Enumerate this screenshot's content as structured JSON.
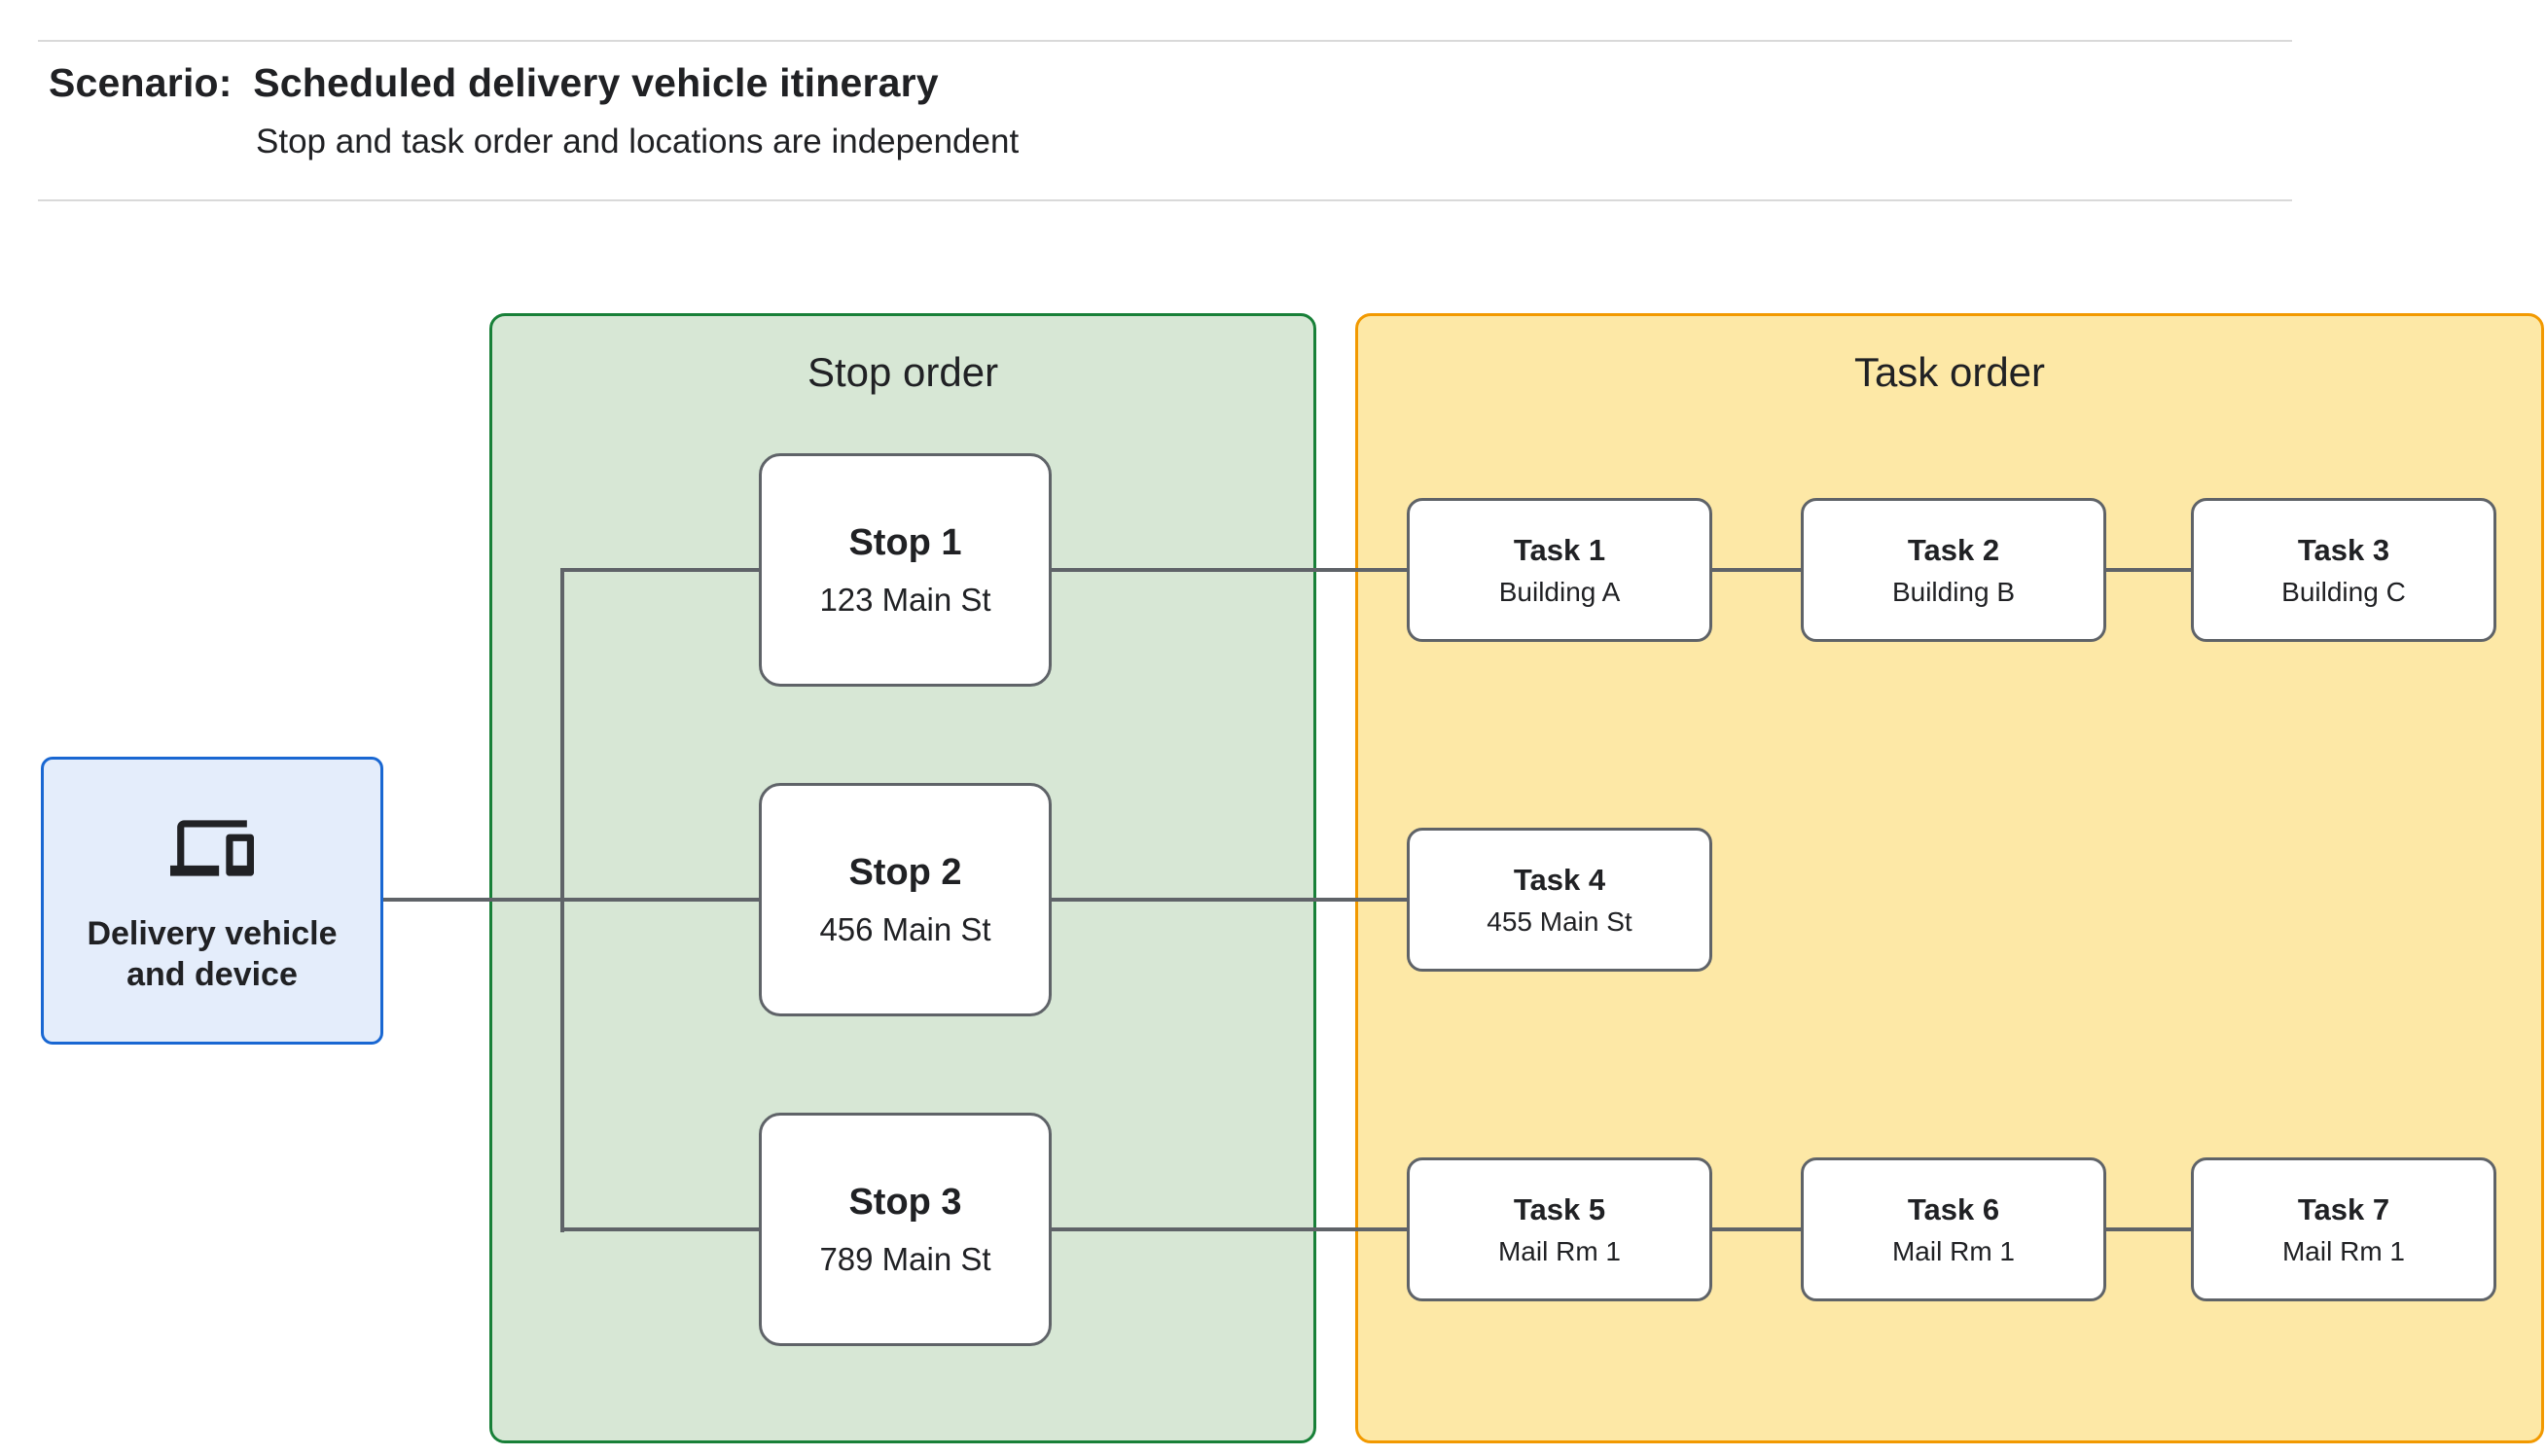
{
  "header": {
    "scenario_label": "Scenario:",
    "title": "Scheduled delivery vehicle itinerary",
    "subtitle": "Stop and task order and locations are independent"
  },
  "vehicle": {
    "label": "Delivery vehicle and device",
    "icon": "devices-icon"
  },
  "panels": {
    "stop": {
      "title": "Stop order",
      "fill": "#d7e7d5",
      "border": "#188038"
    },
    "task": {
      "title": "Task order",
      "fill": "#fde8a6",
      "border": "#f29900"
    }
  },
  "stops": [
    {
      "name": "Stop 1",
      "location": "123 Main St"
    },
    {
      "name": "Stop 2",
      "location": "456 Main St"
    },
    {
      "name": "Stop 3",
      "location": "789 Main St"
    }
  ],
  "tasks": [
    {
      "name": "Task 1",
      "location": "Building A"
    },
    {
      "name": "Task 2",
      "location": "Building B"
    },
    {
      "name": "Task 3",
      "location": "Building C"
    },
    {
      "name": "Task 4",
      "location": "455 Main St"
    },
    {
      "name": "Task 5",
      "location": "Mail Rm 1"
    },
    {
      "name": "Task 6",
      "location": "Mail Rm 1"
    },
    {
      "name": "Task 7",
      "location": "Mail Rm 1"
    }
  ],
  "colors": {
    "connector": "#5f6368",
    "node_border": "#5f6368",
    "vehicle_fill": "#e4edfb",
    "vehicle_border": "#1967d2",
    "text": "#202124"
  }
}
